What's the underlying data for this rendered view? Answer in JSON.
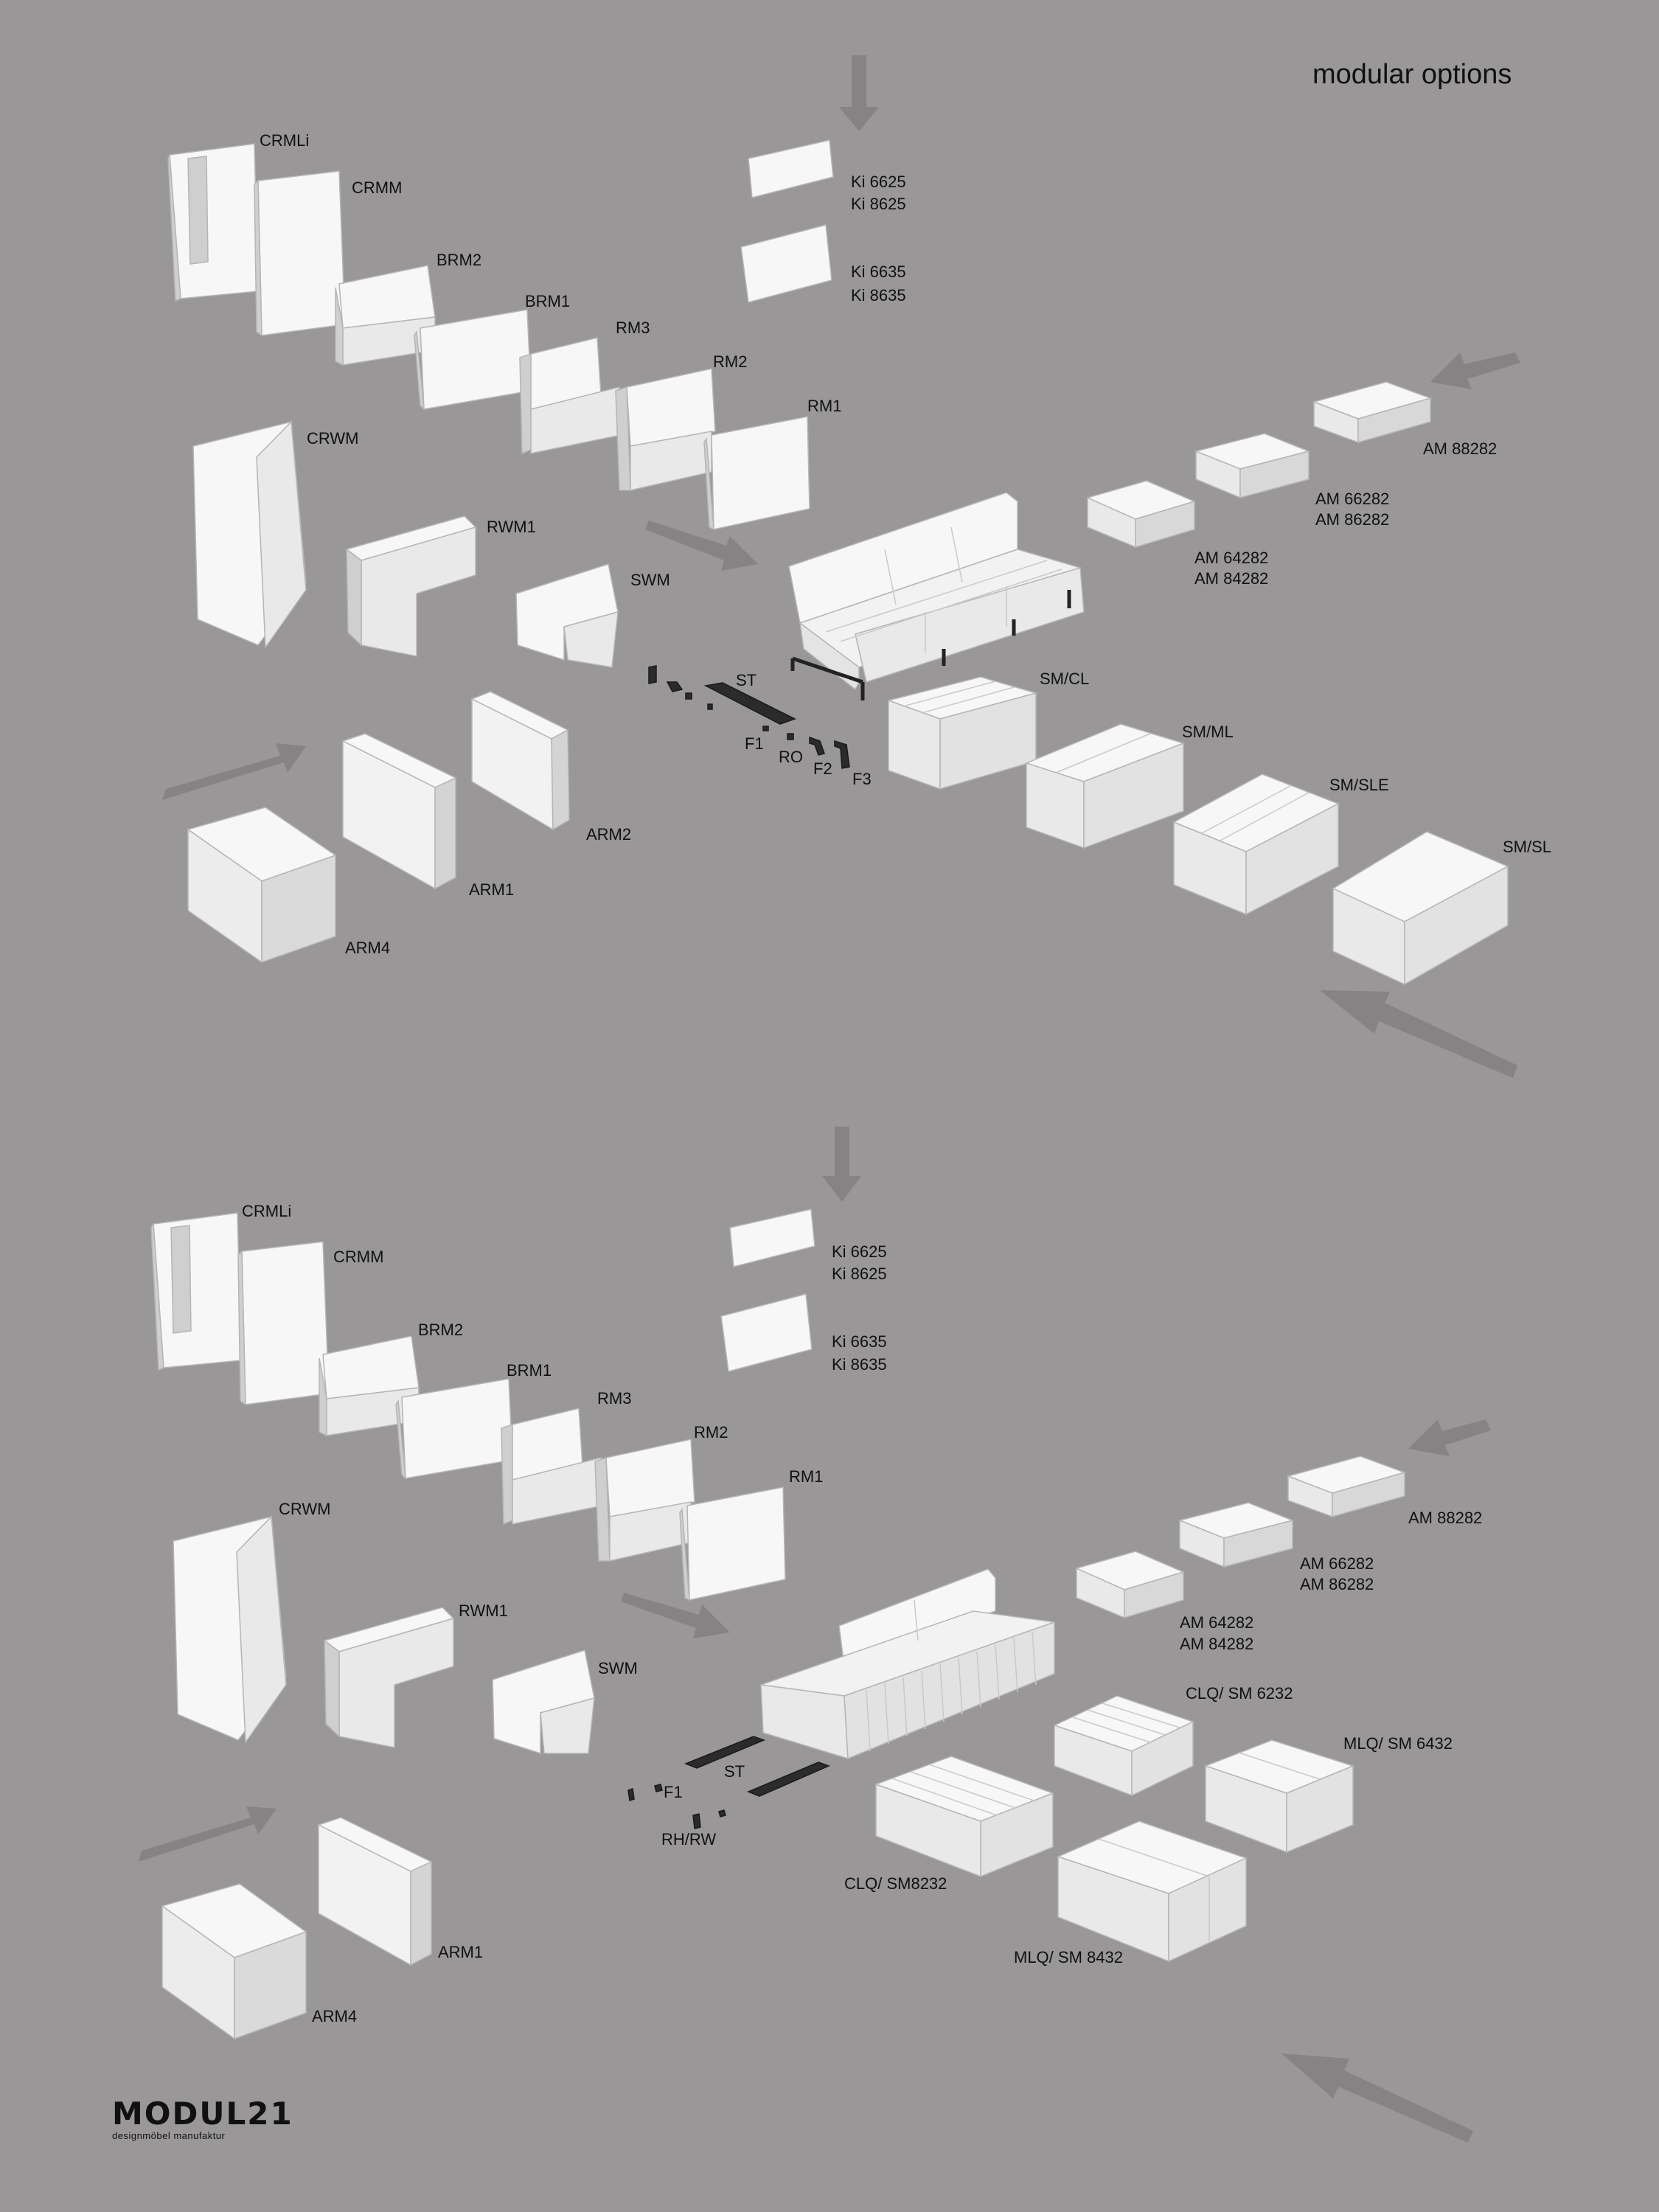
{
  "title": "modular options",
  "brand": {
    "name": "MODUL21",
    "tagline": "designmöbel manufaktur"
  },
  "labels": {
    "top": {
      "crmli": "CRMLi",
      "crmm": "CRMM",
      "brm2": "BRM2",
      "brm1": "BRM1",
      "rm3": "RM3",
      "rm2": "RM2",
      "rm1": "RM1",
      "crwm": "CRWM",
      "rwm1": "RWM1",
      "swm": "SWM",
      "ki6625": "Ki 6625",
      "ki8625": "Ki 8625",
      "ki6635": "Ki 6635",
      "ki8635": "Ki 8635",
      "am88282": "AM 88282",
      "am66282": "AM 66282",
      "am86282": "AM 86282",
      "am64282": "AM 64282",
      "am84282": "AM 84282",
      "st": "ST",
      "f1": "F1",
      "ro": "RO",
      "f2": "F2",
      "f3": "F3",
      "smcl": "SM/CL",
      "smml": "SM/ML",
      "smsle": "SM/SLE",
      "smsl": "SM/SL",
      "arm2": "ARM2",
      "arm1": "ARM1",
      "arm4": "ARM4"
    },
    "bottom": {
      "crmli": "CRMLi",
      "crmm": "CRMM",
      "brm2": "BRM2",
      "brm1": "BRM1",
      "rm3": "RM3",
      "rm2": "RM2",
      "rm1": "RM1",
      "crwm": "CRWM",
      "rwm1": "RWM1",
      "swm": "SWM",
      "ki6625": "Ki 6625",
      "ki8625": "Ki 8625",
      "ki6635": "Ki 6635",
      "ki8635": "Ki 8635",
      "am88282": "AM 88282",
      "am66282": "AM 66282",
      "am86282": "AM 86282",
      "am64282": "AM 64282",
      "am84282": "AM 84282",
      "st": "ST",
      "f1": "F1",
      "rhrw": "RH/RW",
      "clq6232": "CLQ/ SM 6232",
      "mlq6432": "MLQ/ SM 6432",
      "clq8232": "CLQ/ SM8232",
      "mlq8432": "MLQ/ SM 8432",
      "arm1": "ARM1",
      "arm4": "ARM4"
    }
  },
  "colors": {
    "background": "#999798",
    "module_top": "#f7f7f7",
    "module_front": "#e9e9e9",
    "module_side": "#cfcfcf",
    "arrow": "#858383",
    "hardware": "#2b2b2b"
  }
}
